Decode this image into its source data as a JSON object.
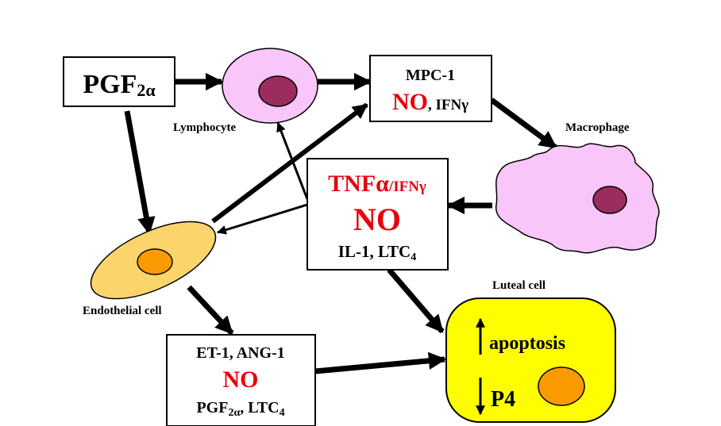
{
  "colors": {
    "red": "#e8000b",
    "black": "#000000",
    "lymphocyte_fill": "#f9c6f9",
    "macrophage_fill": "#f9c6f9",
    "cell_nucleus": "#9b2d5e",
    "endothelial_fill": "#fbd56c",
    "endothelial_nucleus": "#f99a00",
    "luteal_fill": "#fefe00",
    "luteal_nucleus": "#f99a00"
  },
  "pgf_box": {
    "main": "PGF",
    "sub": "2α"
  },
  "cells": {
    "lymphocyte": "Lymphocyte",
    "macrophage": "Macrophage",
    "endothelial": "Endothelial cell",
    "luteal": "Luteal cell"
  },
  "mpc_box": {
    "line1": "MPC-1",
    "no": "NO",
    "rest": ", IFNγ"
  },
  "tnf_box": {
    "tnf": "TNFα",
    "ifn": "/IFNγ",
    "no": "NO",
    "il": "IL-1, LTC",
    "il_sub": "4"
  },
  "et_box": {
    "line1": "ET-1, ANG-1",
    "no": "NO",
    "pgf": "PGF",
    "pgf_sub": "2α",
    "ltc": ", LTC",
    "ltc_sub": "4"
  },
  "luteal_box": {
    "apoptosis": "apoptosis",
    "p4": "P4"
  }
}
